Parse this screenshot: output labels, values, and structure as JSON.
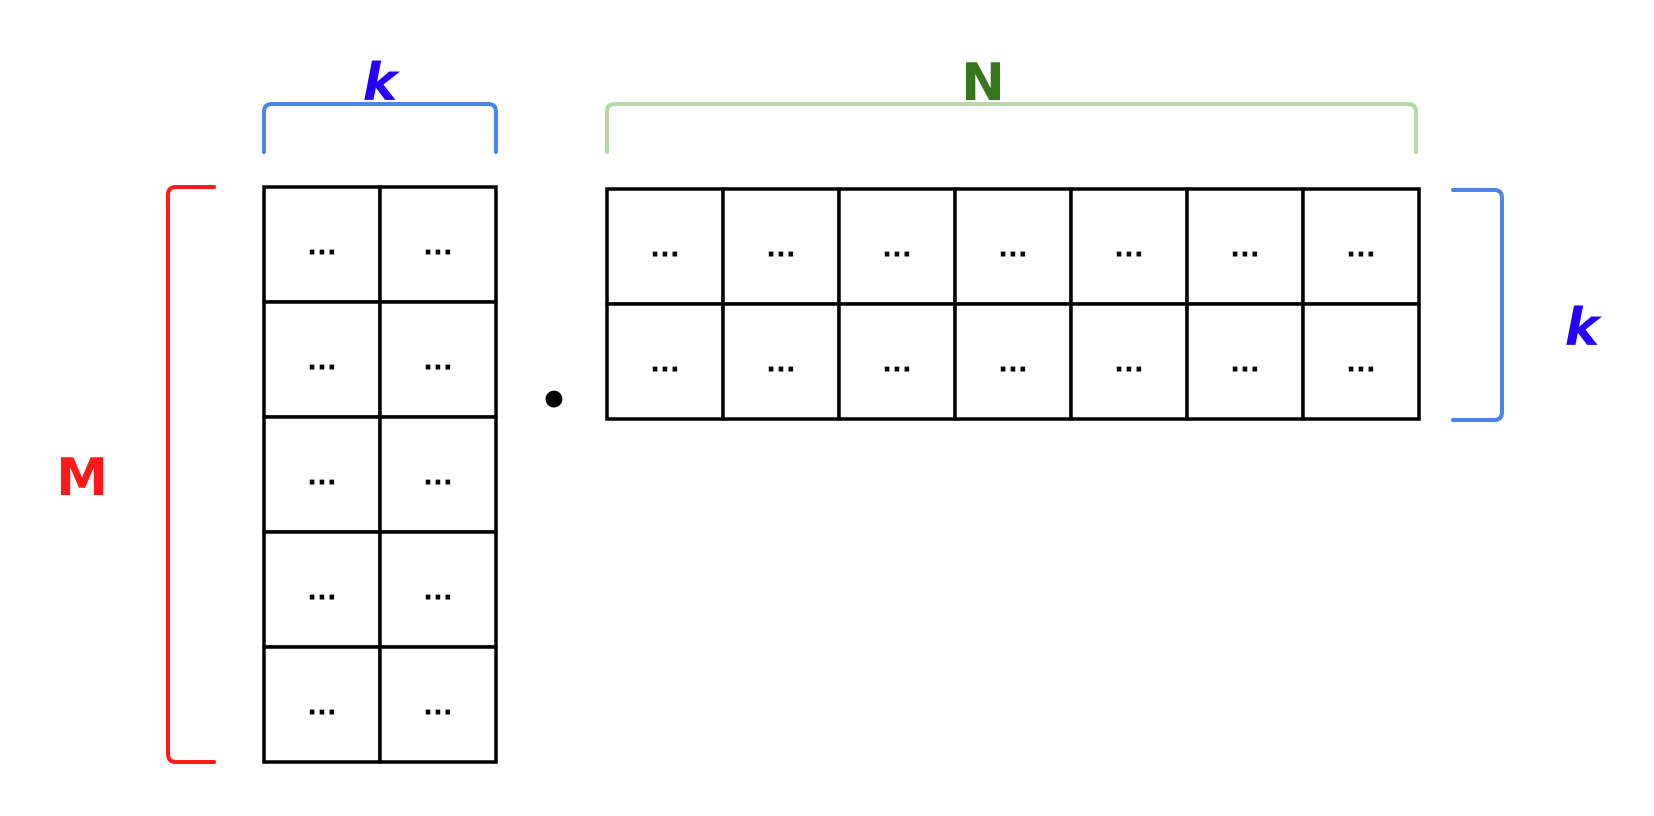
{
  "diagram": {
    "operator_symbol": "•",
    "colors": {
      "m": "#ff1a1a",
      "k": "#2600ff",
      "k_brace": "#4a86e8",
      "n": "#38761d",
      "n_brace": "#b6d7a8",
      "grid": "#000000"
    },
    "left_matrix": {
      "rows": 5,
      "cols": 2,
      "cell_text": "...",
      "row_dimension_label": "M",
      "col_dimension_label": "k"
    },
    "right_matrix": {
      "rows": 2,
      "cols": 7,
      "cell_text": "...",
      "row_dimension_label": "k",
      "col_dimension_label": "N"
    }
  }
}
